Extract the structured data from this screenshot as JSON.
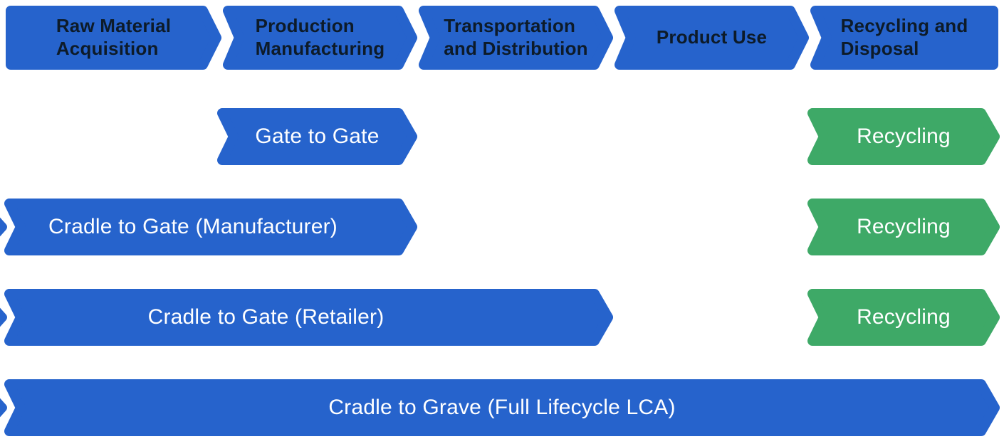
{
  "colors": {
    "blue": "#2663cc",
    "green": "#3ea967",
    "white": "#ffffff",
    "background": "#ffffff",
    "stage_text": "#0d1b29",
    "bar_text": "#ffffff"
  },
  "stages": [
    {
      "label": "Raw Material\nAcquisition"
    },
    {
      "label": "Production\nManufacturing"
    },
    {
      "label": "Transportation\nand Distribution"
    },
    {
      "label": "Product Use"
    },
    {
      "label": "Recycling and\nDisposal"
    }
  ],
  "scope_rows": [
    {
      "segments": [
        {
          "label": "",
          "color": "white"
        },
        {
          "label": "Gate to Gate",
          "color": "blue"
        },
        {
          "label": "",
          "color": "white"
        },
        {
          "label": "Recycling",
          "color": "green"
        }
      ]
    },
    {
      "segments": [
        {
          "label": "Cradle to Gate (Manufacturer)",
          "color": "blue"
        },
        {
          "label": "",
          "color": "white"
        },
        {
          "label": "Recycling",
          "color": "green"
        }
      ]
    },
    {
      "segments": [
        {
          "label": "Cradle to Gate (Retailer)",
          "color": "blue"
        },
        {
          "label": "",
          "color": "white"
        },
        {
          "label": "Recycling",
          "color": "green"
        }
      ]
    },
    {
      "segments": [
        {
          "label": "Cradle to Grave (Full Lifecycle LCA)",
          "color": "blue"
        }
      ]
    }
  ]
}
